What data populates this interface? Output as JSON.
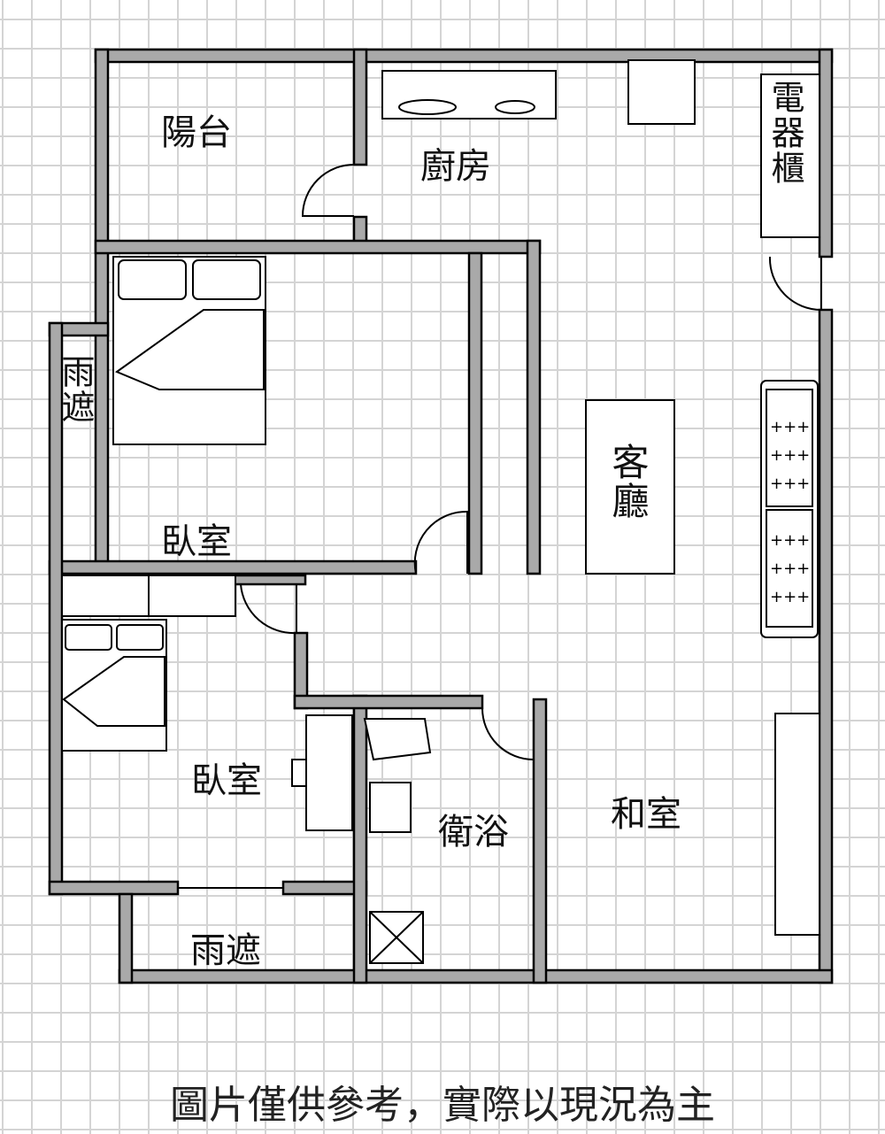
{
  "colors": {
    "wall_fill": "#a9a9a9",
    "wall_stroke": "#000000",
    "grid": "#d4d4d4"
  },
  "rooms": {
    "balcony": "陽台",
    "kitchen": "廚房",
    "appliance_cabinet": "電器櫃",
    "rain_shelter_left": "雨遮",
    "bedroom_main": "臥室",
    "living_room": "客廳",
    "bedroom_second": "臥室",
    "bathroom": "衛浴",
    "japanese_room": "和室",
    "rain_shelter_bottom": "雨遮"
  },
  "footer": "圖片僅供參考，實際以現況為主"
}
